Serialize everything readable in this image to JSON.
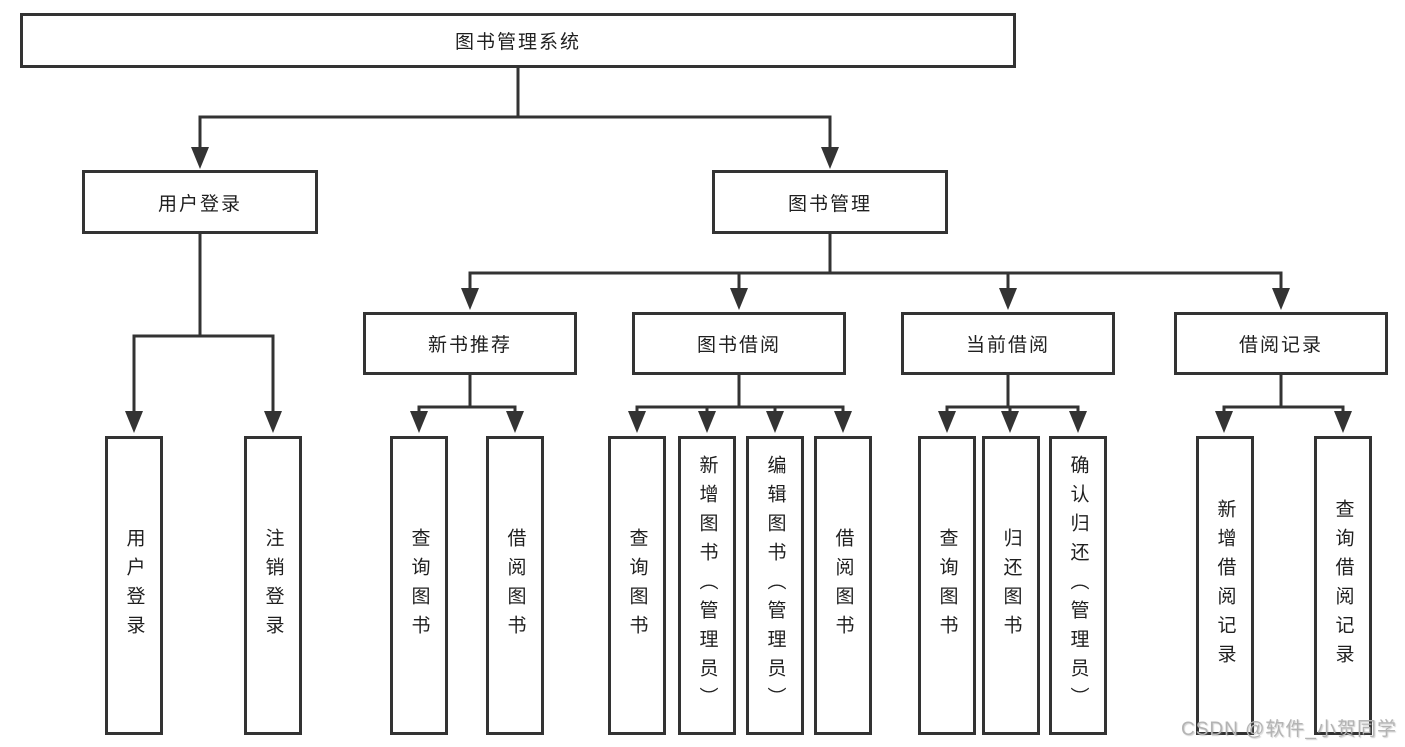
{
  "diagram_title": "图书管理系统",
  "tree": {
    "root": {
      "label": "图书管理系统",
      "children": [
        {
          "label": "用户登录",
          "children": [
            {
              "label": "用户登录"
            },
            {
              "label": "注销登录"
            }
          ]
        },
        {
          "label": "图书管理",
          "children": [
            {
              "label": "新书推荐",
              "children": [
                {
                  "label": "查询图书"
                },
                {
                  "label": "借阅图书"
                }
              ]
            },
            {
              "label": "图书借阅",
              "children": [
                {
                  "label": "查询图书"
                },
                {
                  "label": "新增图书（管理员）"
                },
                {
                  "label": "编辑图书（管理员）"
                },
                {
                  "label": "借阅图书"
                }
              ]
            },
            {
              "label": "当前借阅",
              "children": [
                {
                  "label": "查询图书"
                },
                {
                  "label": "归还图书"
                },
                {
                  "label": "确认归还（管理员）"
                }
              ]
            },
            {
              "label": "借阅记录",
              "children": [
                {
                  "label": "新增借阅记录"
                },
                {
                  "label": "查询借阅记录"
                }
              ]
            }
          ]
        }
      ]
    }
  },
  "watermark": {
    "text": "CSDN @软件_小贺同学"
  },
  "colors": {
    "line": "#333333",
    "box_border": "#333333",
    "text": "#1f1f1f",
    "watermark": "#b4b4b4",
    "background": "#ffffff"
  }
}
